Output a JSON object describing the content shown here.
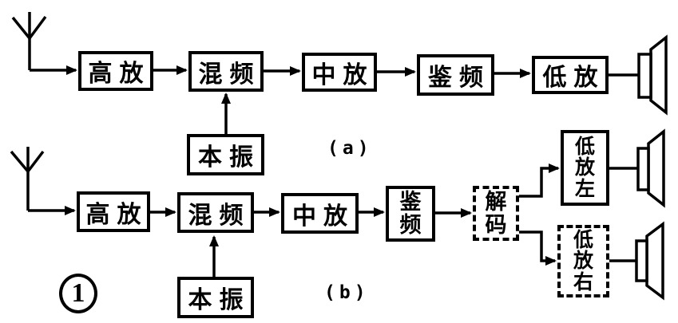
{
  "figure": {
    "badge_number": "1",
    "colors": {
      "ink": "#000000",
      "paper": "#ffffff"
    },
    "icons": [
      "antenna-icon",
      "speaker-icon",
      "arrowhead"
    ],
    "diagram_a": {
      "caption": "(a)",
      "blocks": {
        "rf_amp": "高放",
        "mixer": "混频",
        "if_amp": "中放",
        "discriminator": "鉴频",
        "af_amp": "低放",
        "local_osc": "本振"
      }
    },
    "diagram_b": {
      "caption": "(b)",
      "blocks": {
        "rf_amp": "高放",
        "mixer": "混频",
        "if_amp": "中放",
        "discriminator": [
          "鉴",
          "频"
        ],
        "decoder": [
          "解",
          "码"
        ],
        "af_amp_left": [
          "低",
          "放",
          "左"
        ],
        "af_amp_right": [
          "低",
          "放",
          "右"
        ],
        "local_osc": "本振"
      }
    }
  }
}
